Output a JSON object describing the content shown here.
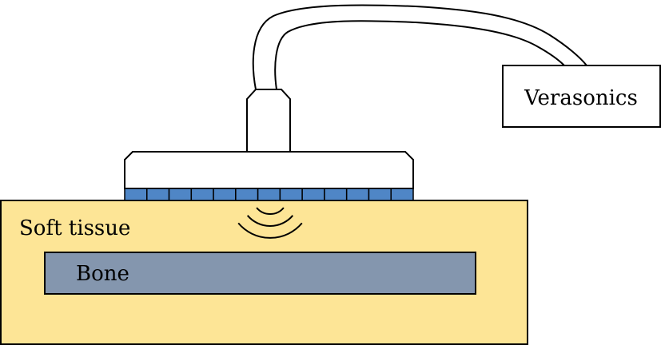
{
  "labels": {
    "device": "Verasonics",
    "tissue": "Soft tissue",
    "bone": "Bone"
  },
  "colors": {
    "tissue_fill": "#fde596",
    "bone_fill": "#8496ae",
    "array_fill": "#4f86c6",
    "probe_fill": "#ffffff",
    "stroke": "#000000"
  },
  "array": {
    "element_count": 13
  },
  "waves": {
    "count": 3
  }
}
